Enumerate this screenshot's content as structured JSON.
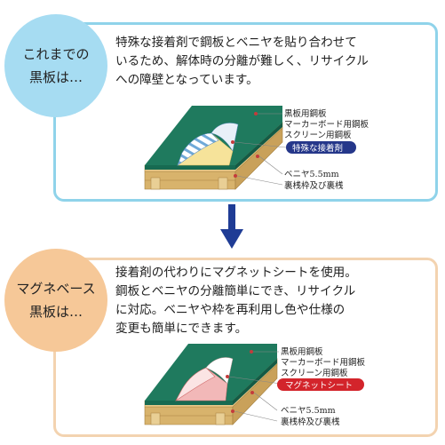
{
  "before": {
    "title_line1": "これまでの",
    "title_line2": "黒板は…",
    "description": "特殊な接着剤で鋼板とベニヤを貼り合わせて\nいるため、解体時の分離が難しく、リサイクル\nへの障壁となっています。",
    "labels": {
      "steel1": "黒板用鋼板",
      "steel2": "マーカーボード用鋼板",
      "steel3": "スクリーン用鋼板",
      "adhesive": "特殊な接着剤",
      "plywood": "ベニヤ5.5mm",
      "frame": "裏桟枠及び裏桟"
    },
    "colors": {
      "accent": "#a6dcf2",
      "tag": "#25378a"
    }
  },
  "after": {
    "title_line1": "マグネベース",
    "title_line2": "黒板は…",
    "description": "接着剤の代わりにマグネットシートを使用。\n鋼板とベニヤの分離簡単にでき、リサイクル\nに対応。ベニヤや枠を再利用し色や仕様の\n変更も簡単にできます。",
    "labels": {
      "steel1": "黒板用鋼板",
      "steel2": "マーカーボード用鋼板",
      "steel3": "スクリーン用鋼板",
      "magnet": "マグネットシート",
      "plywood": "ベニヤ5.5mm",
      "frame": "裏桟枠及び裏桟"
    },
    "colors": {
      "accent": "#f6c898",
      "tag": "#d3242b"
    }
  },
  "arrow": {
    "icon": "arrow-down-icon",
    "color": "#1f3c95"
  },
  "colors": {
    "board_green": "#1f7a5e",
    "plywood": "#e2c27a",
    "top_border": "#8fd3ea",
    "bottom_border": "#f3d3b0"
  }
}
